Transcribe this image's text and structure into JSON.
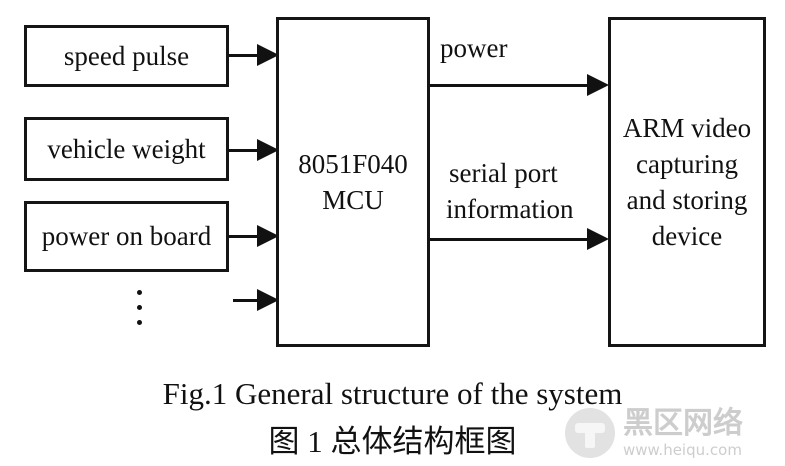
{
  "diagram": {
    "inputs": [
      "speed pulse",
      "vehicle weight",
      "power on board"
    ],
    "mcu": {
      "line1": "8051F040",
      "line2": "MCU"
    },
    "device": {
      "lines": [
        "ARM video",
        "capturing",
        "and storing",
        "device"
      ]
    },
    "edges": {
      "power": "power",
      "serial_line1": "serial port",
      "serial_line2": "information"
    }
  },
  "caption": {
    "english": "Fig.1 General structure of the system",
    "chinese": "图 1  总体结构框图"
  },
  "watermark": {
    "name": "黑区网络",
    "url": "www.heiqu.com"
  }
}
